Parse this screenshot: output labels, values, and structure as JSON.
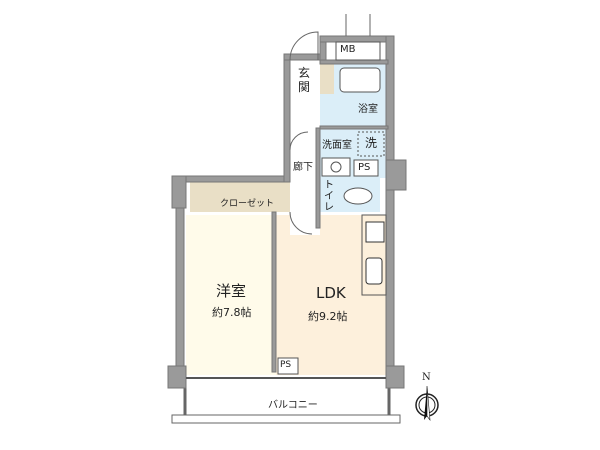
{
  "floorplan": {
    "rooms": {
      "western_room": {
        "name": "洋室",
        "area": "約7.8帖"
      },
      "ldk": {
        "name": "LDK",
        "area": "約9.2帖"
      },
      "closet": {
        "name": "クローゼット"
      },
      "entrance": {
        "name": "玄関"
      },
      "hallway": {
        "name": "廊下"
      },
      "bathroom": {
        "name": "浴室"
      },
      "washroom": {
        "name": "洗面室"
      },
      "washer": {
        "name": "洗"
      },
      "toilet": {
        "name": "トイレ"
      },
      "balcony": {
        "name": "バルコニー"
      },
      "ps_upper": {
        "name": "PS"
      },
      "ps_lower": {
        "name": "PS"
      },
      "meter_box": {
        "name": "MB"
      }
    },
    "compass": {
      "label": "N"
    },
    "colors": {
      "wall": "#9a9a9a",
      "wall_dark": "#7a7a7a",
      "western_floor": "#fffbea",
      "ldk_floor": "#fdf0dc",
      "closet_floor": "#e9dfc6",
      "wet_area": "#dbeef8",
      "hall_floor": "#ffffff"
    }
  }
}
